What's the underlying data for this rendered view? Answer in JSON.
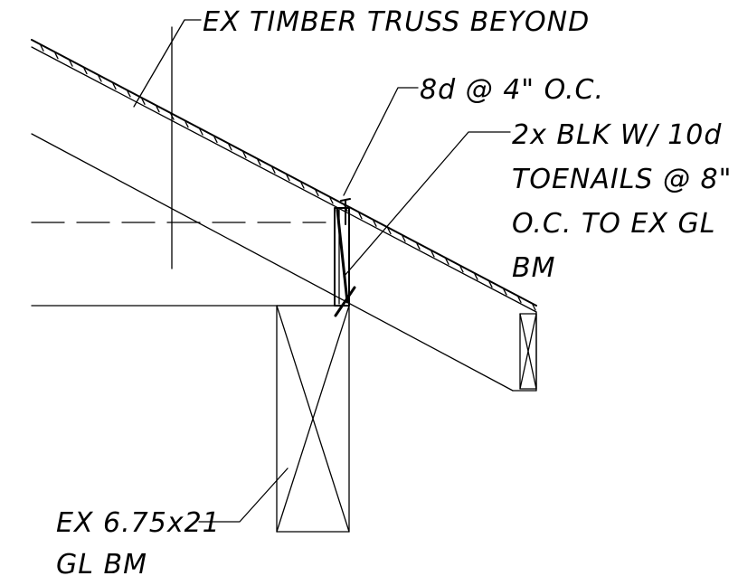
{
  "labels": {
    "ex_truss": "EX TIMBER TRUSS BEYOND",
    "nailing": "8d @ 4\" O.C.",
    "blocking_line1": "2x BLK W/ 10d",
    "blocking_line2": "TOENAILS @ 8\"",
    "blocking_line3": "O.C. TO EX GL",
    "blocking_line4": "BM",
    "beam_line1": "EX 6.75x21",
    "beam_line2": "GL BM"
  },
  "colors": {
    "ink": "#000000",
    "paper": "#ffffff"
  }
}
